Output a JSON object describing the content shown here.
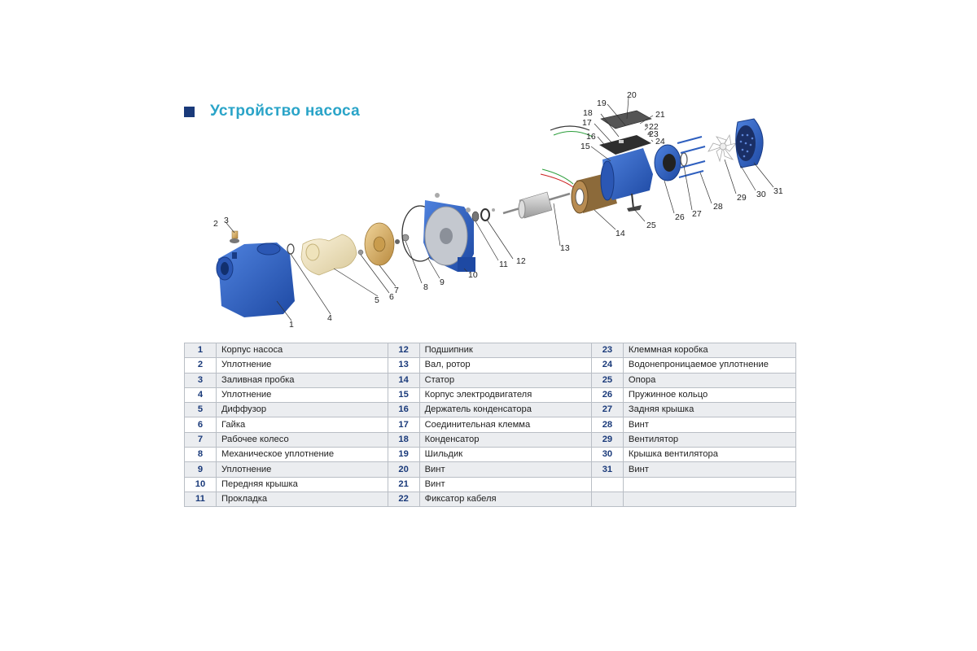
{
  "title": "Устройство насоса",
  "colors": {
    "accent": "#2aa4c8",
    "square": "#1a3a7a",
    "pump_blue": "#2e5fbf",
    "number_text": "#1a3a7a"
  },
  "callouts": [
    "1",
    "2",
    "3",
    "4",
    "5",
    "6",
    "7",
    "8",
    "9",
    "10",
    "11",
    "12",
    "13",
    "14",
    "15",
    "16",
    "17",
    "18",
    "19",
    "20",
    "21",
    "22",
    "23",
    "24",
    "25",
    "26",
    "27",
    "28",
    "29",
    "30",
    "31"
  ],
  "parts": [
    {
      "num": "1",
      "name": "Корпус насоса"
    },
    {
      "num": "2",
      "name": "Уплотнение"
    },
    {
      "num": "3",
      "name": "Заливная пробка"
    },
    {
      "num": "4",
      "name": "Уплотнение"
    },
    {
      "num": "5",
      "name": "Диффузор"
    },
    {
      "num": "6",
      "name": "Гайка"
    },
    {
      "num": "7",
      "name": "Рабочее колесо"
    },
    {
      "num": "8",
      "name": "Механическое уплотнение"
    },
    {
      "num": "9",
      "name": "Уплотнение"
    },
    {
      "num": "10",
      "name": "Передняя крышка"
    },
    {
      "num": "11",
      "name": "Прокладка"
    },
    {
      "num": "12",
      "name": "Подшипник"
    },
    {
      "num": "13",
      "name": "Вал, ротор"
    },
    {
      "num": "14",
      "name": "Статор"
    },
    {
      "num": "15",
      "name": "Корпус электродвигателя"
    },
    {
      "num": "16",
      "name": "Держатель конденсатора"
    },
    {
      "num": "17",
      "name": "Соединительная клемма"
    },
    {
      "num": "18",
      "name": "Конденсатор"
    },
    {
      "num": "19",
      "name": "Шильдик"
    },
    {
      "num": "20",
      "name": "Винт"
    },
    {
      "num": "21",
      "name": "Винт"
    },
    {
      "num": "22",
      "name": "Фиксатор кабеля"
    },
    {
      "num": "23",
      "name": "Клеммная коробка"
    },
    {
      "num": "24",
      "name": "Водонепроницаемое уплотнение"
    },
    {
      "num": "25",
      "name": "Опора"
    },
    {
      "num": "26",
      "name": "Пружинное кольцо"
    },
    {
      "num": "27",
      "name": "Задняя крышка"
    },
    {
      "num": "28",
      "name": "Винт"
    },
    {
      "num": "29",
      "name": "Вентилятор"
    },
    {
      "num": "30",
      "name": "Крышка вентилятора"
    },
    {
      "num": "31",
      "name": "Винт"
    }
  ]
}
